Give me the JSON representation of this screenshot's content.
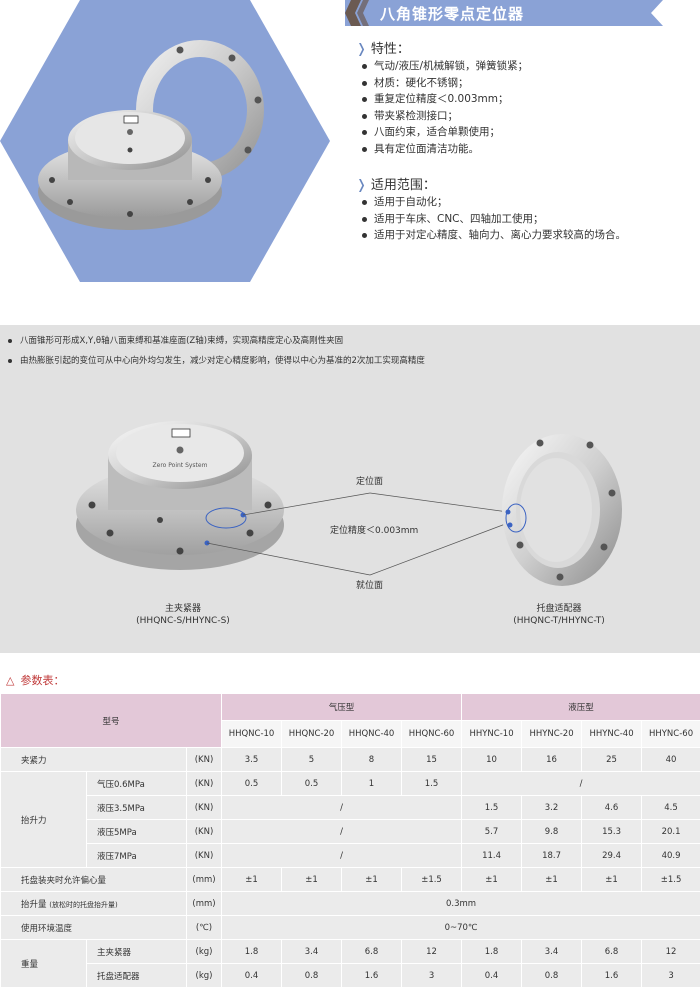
{
  "header": {
    "title": "八角锥形零点定位器"
  },
  "features": {
    "title": "特性：",
    "items": [
      "气动/液压/机械解锁，弹簧锁紧；",
      "材质：硬化不锈钢；",
      "重复定位精度＜0.003mm；",
      "带夹紧检测接口；",
      "八面约束，适合单颗使用；",
      "具有定位面清洁功能。"
    ]
  },
  "applications": {
    "title": "适用范围：",
    "items": [
      "适用于自动化；",
      "适用于车床、CNC、四轴加工使用；",
      "适用于对定心精度、轴向力、离心力要求较高的场合。"
    ]
  },
  "notes": [
    "八面锥形可形成X,Y,θ轴八面束缚和基准座面(Z轴)束缚，实现高精度定心及高刚性夹固",
    "由热膨胀引起的变位可从中心向外均匀发生，减少对定心精度影响，使得以中心为基准的2次加工实现高精度"
  ],
  "diagram": {
    "label_positioning_surface": "定位面",
    "label_accuracy": "定位精度＜0.003mm",
    "label_seating_surface": "就位面",
    "main_caption": [
      "主夹紧器",
      "(HHQNC-S/HHYNC-S)"
    ],
    "adapter_caption": [
      "托盘适配器",
      "(HHQNC-T/HHYNC-T)"
    ],
    "engraving": "Zero Point System"
  },
  "params": {
    "title": "参数表：",
    "model_label": "型号",
    "group_pneumatic": "气压型",
    "group_hydraulic": "液压型",
    "models": [
      "HHQNC-10",
      "HHQNC-20",
      "HHQNC-40",
      "HHQNC-60",
      "HHYNC-10",
      "HHYNC-20",
      "HHYNC-40",
      "HHYNC-60"
    ],
    "rows": {
      "clamp": {
        "label": "夹紧力",
        "unit": "(KN)",
        "values": [
          "3.5",
          "5",
          "8",
          "15",
          "10",
          "16",
          "25",
          "40"
        ]
      },
      "lift_label": "抬升力",
      "lift_air": {
        "label": "气压0.6MPa",
        "unit": "(KN)",
        "values": [
          "0.5",
          "0.5",
          "1",
          "1.5"
        ],
        "hyd": "/"
      },
      "lift_h35": {
        "label": "液压3.5MPa",
        "unit": "(KN)",
        "pneu": "/",
        "values": [
          "1.5",
          "3.2",
          "4.6",
          "4.5"
        ]
      },
      "lift_h5": {
        "label": "液压5MPa",
        "unit": "(KN)",
        "pneu": "/",
        "values": [
          "5.7",
          "9.8",
          "15.3",
          "20.1"
        ]
      },
      "lift_h7": {
        "label": "液压7MPa",
        "unit": "(KN)",
        "pneu": "/",
        "values": [
          "11.4",
          "18.7",
          "29.4",
          "40.9"
        ]
      },
      "tolerance": {
        "label": "托盘装夹时允许偏心量",
        "unit": "(mm)",
        "values": [
          "±1",
          "±1",
          "±1",
          "±1.5",
          "±1",
          "±1",
          "±1",
          "±1.5"
        ]
      },
      "lift_amount": {
        "label": "抬升量",
        "note": "(放松时的托盘抬升量)",
        "unit": "(mm)",
        "value": "0.3mm"
      },
      "env": {
        "label": "使用环境温度",
        "unit": "(℃)",
        "value": "0~70℃"
      },
      "weight_label": "重量",
      "weight_main": {
        "label": "主夹紧器",
        "unit": "(kg)",
        "values": [
          "1.8",
          "3.4",
          "6.8",
          "12",
          "1.8",
          "3.4",
          "6.8",
          "12"
        ]
      },
      "weight_adapter": {
        "label": "托盘适配器",
        "unit": "(kg)",
        "values": [
          "0.4",
          "0.8",
          "1.6",
          "3",
          "0.4",
          "0.8",
          "1.6",
          "3"
        ]
      }
    }
  },
  "colors": {
    "accent": "#8aa2d6",
    "header_dark": "#6b5a52",
    "table_header": "#e3c8d8",
    "params_title": "#c03a3a"
  }
}
